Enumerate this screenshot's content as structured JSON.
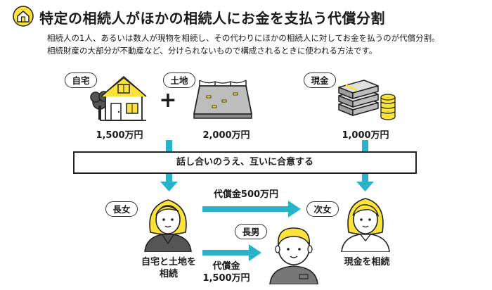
{
  "title": "特定の相続人がほかの相続人にお金を支払う代償分割",
  "description": [
    "相続人の1人、あるいは数人が現物を相続し、その代わりにほかの相続人に対してお金を払うのが代償分割。",
    "相続財産の大部分が不動産など、分けられないもので構成されるときに使われる方法です。"
  ],
  "assets": {
    "home": {
      "label": "自宅",
      "amount": "1,500万円"
    },
    "land": {
      "label": "土地",
      "amount": "2,000万円"
    },
    "cash": {
      "label": "現金",
      "amount": "1,000万円"
    },
    "plus": "+"
  },
  "agreement": "話し合いのうえ、互いに合意する",
  "heirs": {
    "eldest_daughter": {
      "label": "長女",
      "inherits_line1": "自宅と土地を",
      "inherits_line2": "相続"
    },
    "second_daughter": {
      "label": "次女",
      "inherits": "現金を相続"
    },
    "eldest_son": {
      "label": "長男"
    }
  },
  "payments": {
    "to_second_daughter": "代償金500万円",
    "to_eldest_son_line1": "代償金",
    "to_eldest_son_line2": "1,500万円"
  },
  "colors": {
    "accent_yellow": "#fce33b",
    "arrow_teal": "#29b3c9",
    "outline": "#222222"
  }
}
